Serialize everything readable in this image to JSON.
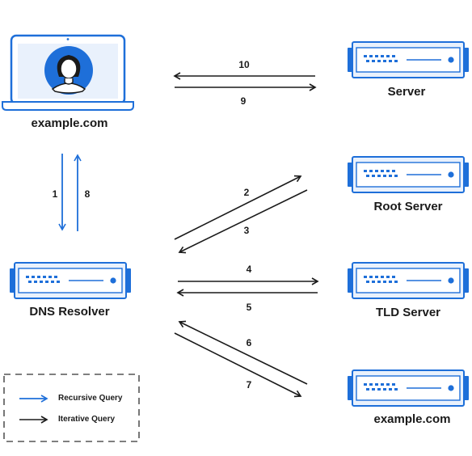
{
  "colors": {
    "blue": "#1e6fd9",
    "server_body": "#e9f1fc",
    "server_fill": "#cfe0f8",
    "dark": "#1a1a1a",
    "dash": "#555555"
  },
  "nodes": {
    "client": {
      "label": "example.com",
      "icon": "laptop-with-user-icon"
    },
    "dns_resolver": {
      "label": "DNS Resolver",
      "icon": "server-icon"
    },
    "server": {
      "label": "Server",
      "icon": "server-icon"
    },
    "root_server": {
      "label": "Root Server",
      "icon": "server-icon"
    },
    "tld_server": {
      "label": "TLD Server",
      "icon": "server-icon"
    },
    "auth_server": {
      "label": "example.com",
      "icon": "server-icon"
    }
  },
  "steps": [
    "1",
    "2",
    "3",
    "4",
    "5",
    "6",
    "7",
    "8",
    "9",
    "10"
  ],
  "legend": {
    "recursive": "Recursive Query",
    "iterative": "Iterative Query"
  }
}
